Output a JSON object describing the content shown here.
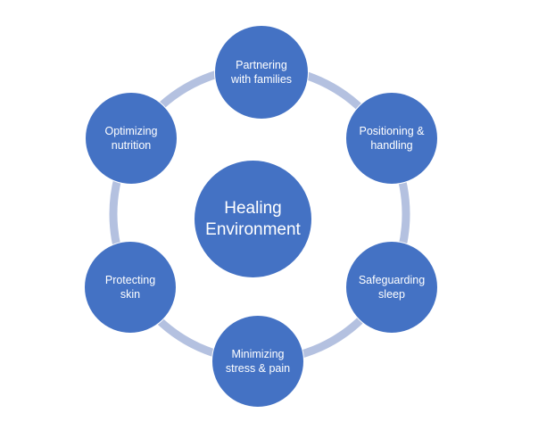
{
  "colors": {
    "node_fill": "#4472c4",
    "ring": "#b4c1e0",
    "text": "#ffffff"
  },
  "center": {
    "label": "Healing\nEnvironment"
  },
  "nodes": [
    {
      "id": "partnering",
      "label": "Partnering\nwith families"
    },
    {
      "id": "positioning",
      "label": "Positioning &\nhandling"
    },
    {
      "id": "safeguarding",
      "label": "Safeguarding\nsleep"
    },
    {
      "id": "minimizing",
      "label": "Minimizing\nstress & pain"
    },
    {
      "id": "protecting",
      "label": "Protecting\nskin"
    },
    {
      "id": "optimizing",
      "label": "Optimizing\nnutrition"
    }
  ]
}
